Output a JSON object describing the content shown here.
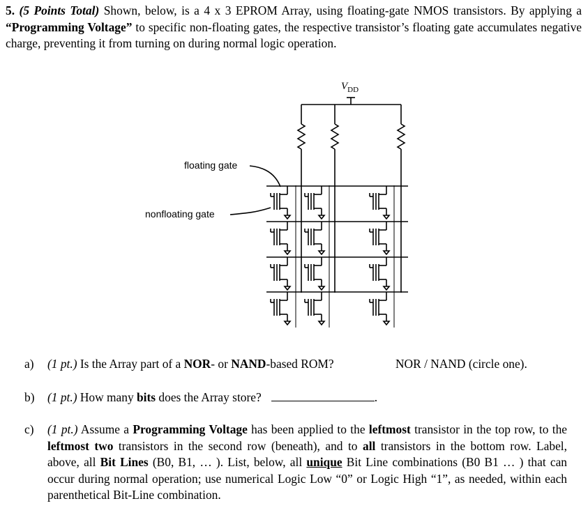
{
  "question": {
    "number": "5.",
    "points": "(5 Points Total)",
    "text_1": " Shown, below, is a 4 x 3 EPROM Array, using floating-gate NMOS transistors. By applying a ",
    "bold_1": "“Programming Voltage”",
    "text_2": " to specific non-floating gates, the respective transistor’s floating gate accumulates negative charge, preventing it from turning on during normal logic operation."
  },
  "figure": {
    "vdd_label": "V",
    "vdd_sub": "DD",
    "floating_gate_label": "floating gate",
    "nonfloating_gate_label": "nonfloating gate"
  },
  "parts": {
    "a": {
      "label": "a)",
      "points": "(1 pt.)",
      "t1": " Is the Array part of a ",
      "b1": "NOR",
      "t2": "- or ",
      "b2": "NAND",
      "t3": "-based ROM?",
      "options": "NOR / NAND  (circle one)."
    },
    "b": {
      "label": "b)",
      "points": "(1 pt.)",
      "t1": " How many ",
      "b1": "bits",
      "t2": " does the Array store?",
      "after": "."
    },
    "c": {
      "label": "c)",
      "points": "(1 pt.)",
      "t1": " Assume a ",
      "b1": "Programming Voltage",
      "t2": " has been applied to the ",
      "b2": "leftmost",
      "t3": " transistor in the top row, to the ",
      "b3": "leftmost two",
      "t4": " transistors in the second row (beneath), and to ",
      "b4": "all",
      "t5": " transistors in the bottom row. Label, above, all ",
      "b5": "Bit Lines",
      "t6": " (B0, B1, … ). List, below, all ",
      "u1": "unique",
      "t7": " Bit Line combinations (B0 B1 … ) that can occur during normal operation; use numerical Logic Low “0” or Logic High “1”, as needed, within each parenthetical Bit-Line combination."
    }
  },
  "colors": {
    "ink": "#000000",
    "background": "#ffffff"
  }
}
